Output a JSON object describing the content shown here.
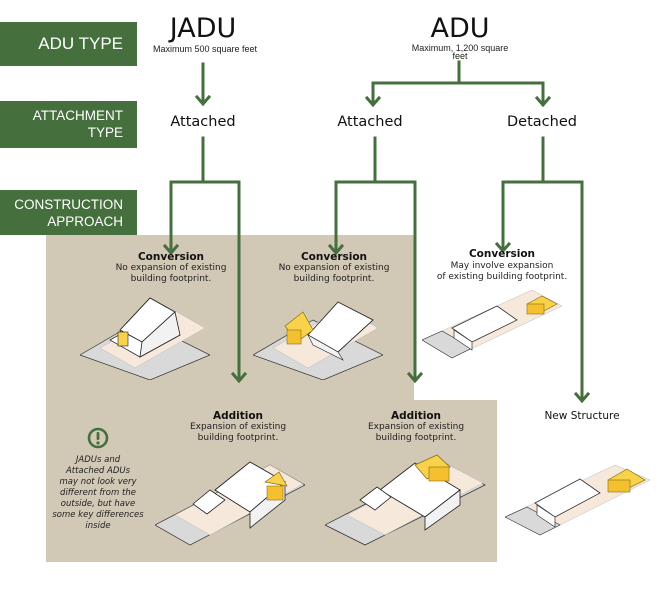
{
  "row_labels": {
    "adu_type": "ADU TYPE",
    "attachment_type_line1": "ATTACHMENT",
    "attachment_type_line2": "TYPE",
    "construction_line1": "CONSTRUCTION",
    "construction_line2": "APPROACH"
  },
  "types": {
    "jadu": {
      "title": "JADU",
      "subtitle": "Maximum  500 square feet"
    },
    "adu": {
      "title": "ADU",
      "subtitle_line1": "Maximum, 1,200 square",
      "subtitle_line2": "feet"
    }
  },
  "attachment": {
    "jadu_attached": "Attached",
    "adu_attached": "Attached",
    "adu_detached": "Detached"
  },
  "approaches": {
    "jadu_conversion": {
      "title": "Conversion",
      "desc_line1": "No expansion of existing",
      "desc_line2": "building footprint."
    },
    "adu_attached_conversion": {
      "title": "Conversion",
      "desc_line1": "No expansion of existing",
      "desc_line2": "building footprint."
    },
    "adu_detached_conversion": {
      "title": "Conversion",
      "desc_line1": "May involve expansion",
      "desc_line2": "of existing building footprint."
    },
    "jadu_addition": {
      "title": "Addition",
      "desc_line1": "Expansion of existing",
      "desc_line2": "building footprint."
    },
    "adu_attached_addition": {
      "title": "Addition",
      "desc_line1": "Expansion of existing",
      "desc_line2": "building footprint."
    },
    "adu_detached_new": {
      "title": "New Structure"
    }
  },
  "note": {
    "icon": "exclamation-circle-icon",
    "lines": [
      "JADUs and",
      "Attached ADUs",
      "may not look very",
      "different from the",
      "outside, but have",
      "some key  differences",
      "inside"
    ]
  },
  "colors": {
    "green": "#466f3e",
    "beige": "#d2c8b6",
    "highlight_yellow": "#f7d24a",
    "lot_tint": "#f6e9dc"
  }
}
